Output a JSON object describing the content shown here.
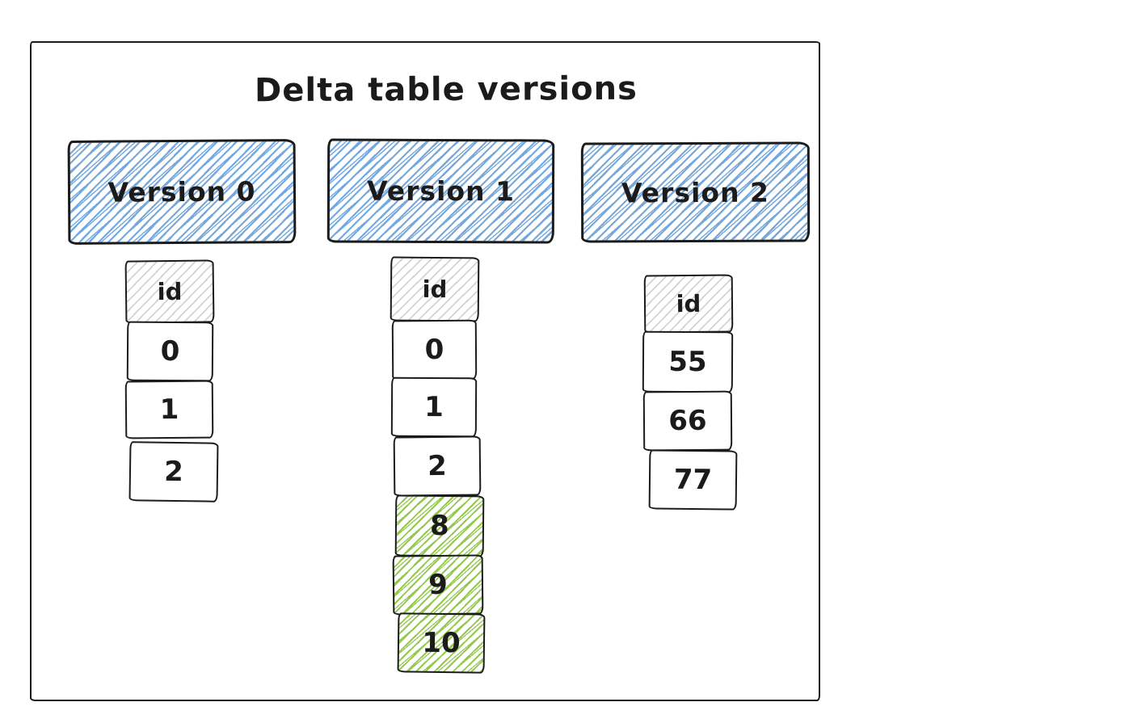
{
  "diagram": {
    "title": "Delta table versions",
    "versions": [
      {
        "label": "Version 0",
        "column_header": "id",
        "rows": [
          {
            "value": "0",
            "highlight": false
          },
          {
            "value": "1",
            "highlight": false
          },
          {
            "value": "2",
            "highlight": false
          }
        ]
      },
      {
        "label": "Version 1",
        "column_header": "id",
        "rows": [
          {
            "value": "0",
            "highlight": false
          },
          {
            "value": "1",
            "highlight": false
          },
          {
            "value": "2",
            "highlight": false
          },
          {
            "value": "8",
            "highlight": true
          },
          {
            "value": "9",
            "highlight": true
          },
          {
            "value": "10",
            "highlight": true
          }
        ]
      },
      {
        "label": "Version 2",
        "column_header": "id",
        "rows": [
          {
            "value": "55",
            "highlight": false
          },
          {
            "value": "66",
            "highlight": false
          },
          {
            "value": "77",
            "highlight": false
          }
        ]
      }
    ],
    "colors": {
      "header_fill": "#74a9e0",
      "highlight_fill": "#94c84e",
      "column_header_fill": "#d4d4d4",
      "stroke": "#1b1b1b"
    }
  }
}
